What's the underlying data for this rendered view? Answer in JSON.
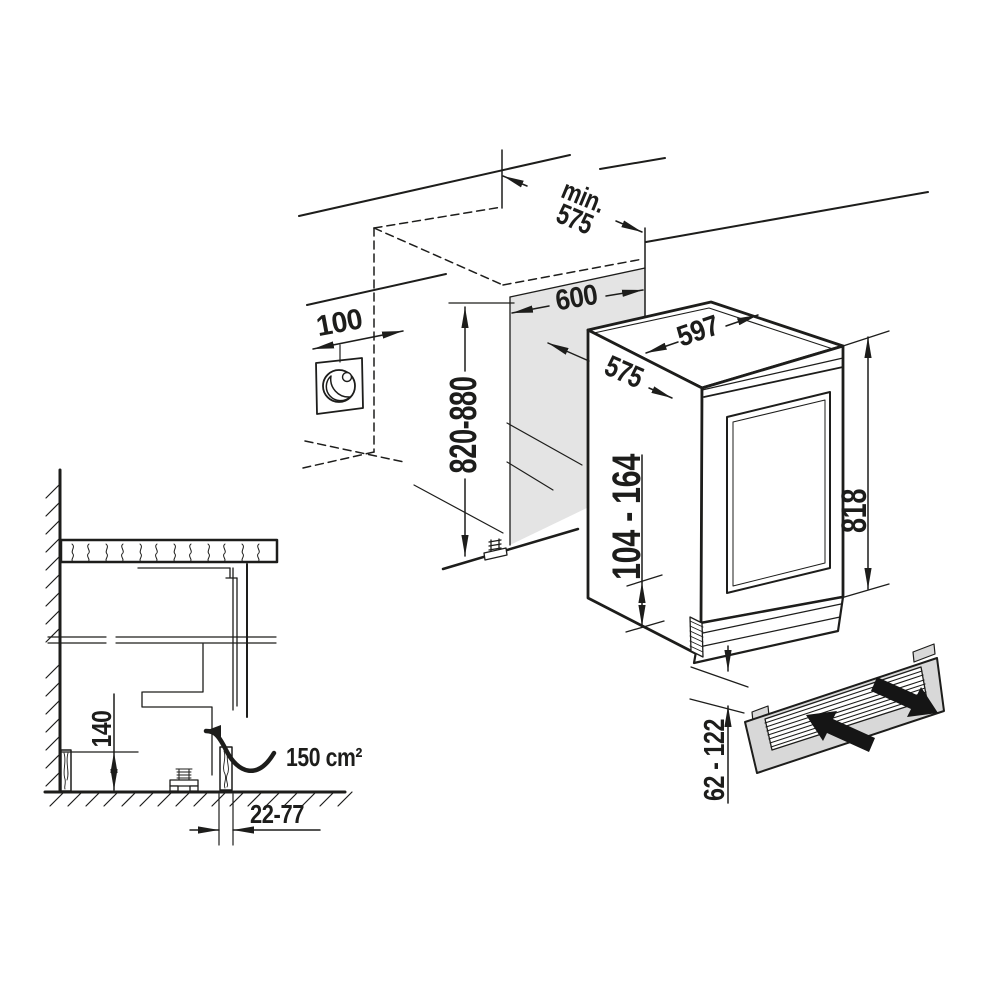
{
  "colors": {
    "line": "#1d1d1b",
    "niche_panel_shade": "#e4e4e4",
    "grille_shade": "#d8d8d8",
    "airflow_arrow": "#151515"
  },
  "niche": {
    "depth_min_label": "min.",
    "depth_min_value": "575",
    "width": "600",
    "socket_distance": "100",
    "height_range": "820-880"
  },
  "appliance": {
    "width": "597",
    "depth": "575",
    "height": "818",
    "plinth_recess_range": "104 - 164"
  },
  "vent_grille": {
    "height_range": "62 - 122"
  },
  "cross_section": {
    "base_height": "140",
    "vent_cross_section": "150 cm²",
    "plinth_recess_depth": "22-77"
  }
}
